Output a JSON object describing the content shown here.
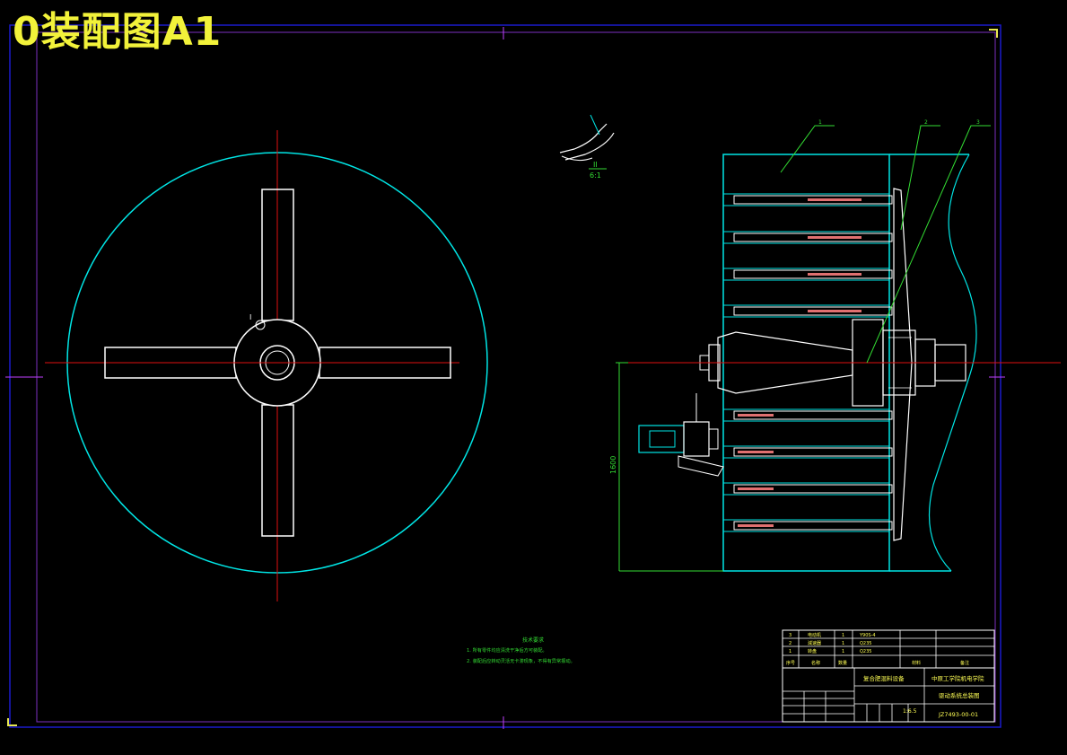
{
  "title": "0装配图A1",
  "colors": {
    "background": "#000000",
    "frame": "#1a1acc",
    "frame_inner": "#7b2fbf",
    "outline": "#ffffff",
    "cyan": "#00e5e5",
    "centerline": "#e01010",
    "leader": "#33dd33",
    "title_text": "#f2f23a",
    "table_text": "#ffff55"
  },
  "section_label": "I",
  "section_view": {
    "label": "II",
    "scale": "6:1"
  },
  "dimension": "1600",
  "leaders": [
    "1",
    "2",
    "3"
  ],
  "notes": {
    "heading": "技术要求",
    "items": [
      "1. 所有零件均应清洗干净后方可装配。",
      "2. 装配后应转动灵活无卡滞现象，不得有异常振动。"
    ]
  },
  "bom": {
    "rows": [
      {
        "no": "3",
        "name": "电动机",
        "qty": "1",
        "material": "Y90S-4"
      },
      {
        "no": "2",
        "name": "減速器",
        "qty": "1",
        "material": "Q235"
      },
      {
        "no": "1",
        "name": "转盘",
        "qty": "1",
        "material": "Q235"
      }
    ],
    "header": [
      "序号",
      "名称",
      "数量",
      "材料",
      "备注"
    ]
  },
  "title_block": {
    "part_name": "复合肥混料设备",
    "school": "中原工学院机电学院",
    "drawing_title": "驱动系统总装图",
    "drawing_no": "JZ7493-00-01",
    "scale": "1:6.5"
  }
}
